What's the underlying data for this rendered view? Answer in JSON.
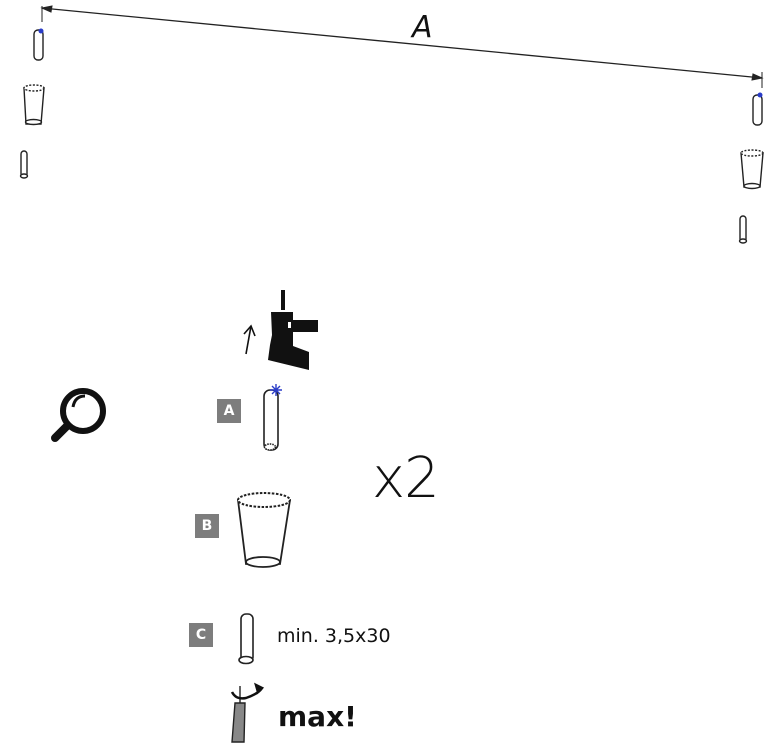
{
  "dimension": {
    "label": "A"
  },
  "parts": [
    {
      "id": "A",
      "label": "A"
    },
    {
      "id": "B",
      "label": "B"
    },
    {
      "id": "C",
      "label": "C",
      "spec": "min. 3,5x30"
    }
  ],
  "quantity": "x2",
  "tighten": "max!",
  "icons": [
    "drill-icon",
    "arrow-up-icon",
    "magnifier-icon",
    "screwdriver-icon",
    "rotate-arrow-icon"
  ],
  "colors": {
    "ink": "#111111",
    "badge": "#7d7d7d",
    "mark": "#2a3cc8"
  }
}
